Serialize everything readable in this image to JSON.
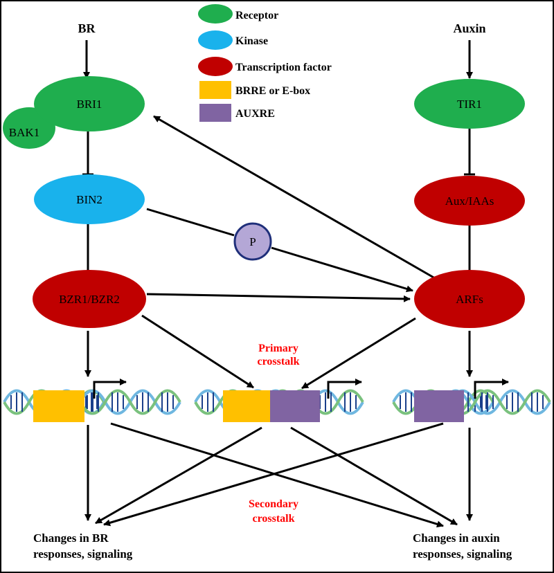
{
  "colors": {
    "receptor": "#1fae4e",
    "kinase": "#19b2ec",
    "transcription_factor": "#c00000",
    "brre": "#ffc000",
    "auxre": "#8064a2",
    "phospho": "#b4a7d6",
    "crosstalk_text": "#ff0000"
  },
  "legend": {
    "receptor": "Receptor",
    "kinase": "Kinase",
    "tf": "Transcription factor",
    "brre": "BRRE or E-box",
    "auxre": "AUXRE"
  },
  "inputs": {
    "br": "BR",
    "auxin": "Auxin"
  },
  "nodes": {
    "bri1": "BRI1",
    "bak1": "BAK1",
    "bin2": "BIN2",
    "bzr": "BZR1/BZR2",
    "tir1": "TIR1",
    "aux_iaa": "Aux/IAAs",
    "arfs": "ARFs",
    "phospho": "P"
  },
  "crosstalk": {
    "primary_1": "Primary",
    "primary_2": "crosstalk",
    "secondary_1": "Secondary",
    "secondary_2": "crosstalk"
  },
  "outputs": {
    "br_1": "Changes in BR",
    "br_2": "responses, signaling",
    "auxin_1": "Changes in auxin",
    "auxin_2": "responses, signaling"
  }
}
